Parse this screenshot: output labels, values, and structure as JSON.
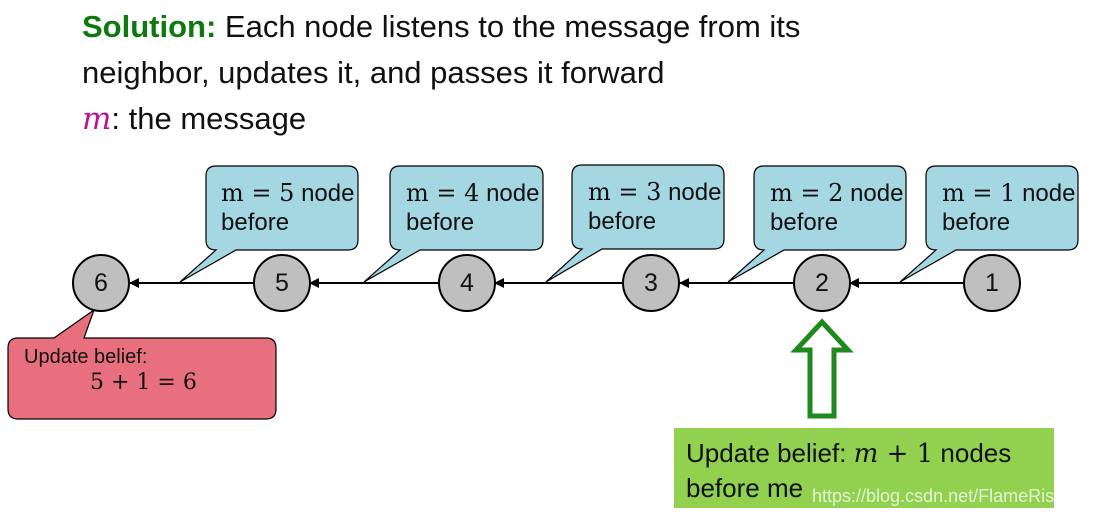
{
  "heading": {
    "solution_label": "Solution:",
    "line1": " Each node listens to the message from its",
    "line2": "neighbor, updates it, and passes it forward",
    "m_symbol": "m",
    "line3": ": the message"
  },
  "bubbles": [
    {
      "value": "5",
      "suffix": " node",
      "line2": "before"
    },
    {
      "value": "4",
      "suffix": " node",
      "line2": "before"
    },
    {
      "value": "3",
      "suffix": " node",
      "line2": "before"
    },
    {
      "value": "2",
      "suffix": " node",
      "line2": "before"
    },
    {
      "value": "1",
      "suffix": " node",
      "line2": "before"
    }
  ],
  "bubble_m_prefix": "m = ",
  "nodes": [
    "6",
    "5",
    "4",
    "3",
    "2",
    "1"
  ],
  "update_red": {
    "title": "Update belief:",
    "formula": "5 + 1 = 6"
  },
  "update_green": {
    "prefix": "Update belief: ",
    "m": "m",
    "middle": " + 1",
    "suffix": " nodes",
    "line2": "before me"
  },
  "watermark": "https://blog.csdn.net/FlameRising",
  "colors": {
    "bubble": "#a5d7e3",
    "node": "#bfbfbf",
    "red_box": "#e8707e",
    "green_box": "#92d050",
    "arrow_green": "#1e8a1e",
    "accent_magenta": "#c0128f",
    "accent_green": "#0e7a0e"
  }
}
